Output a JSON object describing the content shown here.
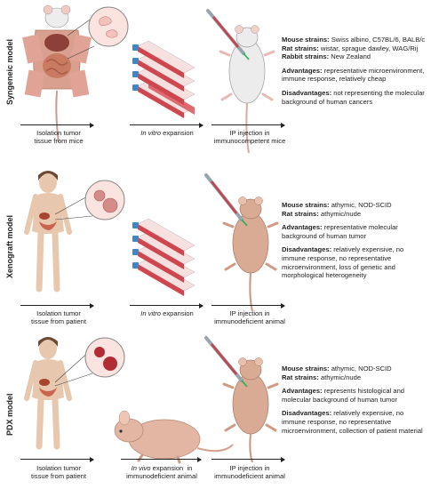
{
  "panels": [
    {
      "label": "Syngeneic  model",
      "steps": [
        {
          "prefix": "",
          "emph": "",
          "text": "Isolation tumor\ntissue from mice"
        },
        {
          "prefix": "",
          "emph": "In vitro",
          "text": " expansion"
        },
        {
          "prefix": "",
          "emph": "",
          "text": "IP injection in\nimmunocompetent mice"
        }
      ],
      "info": [
        {
          "k": "Mouse strains:",
          "v": " Swiss albino, C57BL/6, BALB/c"
        },
        {
          "k": "Rat strains:",
          "v": " wistar, sprague dawley, WAG/Rij"
        },
        {
          "k": "Rabbit strains:",
          "v": " New Zealand"
        },
        {
          "k": "Advantages:",
          "v": " representative microenvironment, immune response, relatively cheap"
        },
        {
          "k": "Disadvantages:",
          "v": " not representing the molecular background of human cancers"
        }
      ]
    },
    {
      "label": "Xenograft  model",
      "steps": [
        {
          "prefix": "",
          "emph": "",
          "text": "Isolation tumor\ntissue from patient"
        },
        {
          "prefix": "",
          "emph": "In vitro",
          "text": " expansion"
        },
        {
          "prefix": "",
          "emph": "",
          "text": "IP injection in\nimmunodeficient animal"
        }
      ],
      "info": [
        {
          "k": "Mouse strains:",
          "v": " athymic, NOD-SCID"
        },
        {
          "k": "Rat strains:",
          "v": " athymic/nude"
        },
        {
          "k": "Advantages:",
          "v": " representative molecular background of human tumor"
        },
        {
          "k": "Disadvantages:",
          "v": " relatively expensive, no immune response, no representative microenvironment, loss of genetic and morphological heterogeneity"
        }
      ]
    },
    {
      "label": "PDX  model",
      "steps": [
        {
          "prefix": "",
          "emph": "",
          "text": "Isolation tumor\ntissue from patient"
        },
        {
          "prefix": "",
          "emph": "In vivo",
          "text": " expansion  in\nimmunodeficient animal"
        },
        {
          "prefix": "",
          "emph": "",
          "text": "IP injection in\nimmunodeficient animal"
        }
      ],
      "info": [
        {
          "k": "Mouse strains:",
          "v": " athymic, NOD-SCID"
        },
        {
          "k": "Rat strains:",
          "v": " athymic/nude"
        },
        {
          "k": "Advantages:",
          "v": " represents histological and molecular background of human tumor"
        },
        {
          "k": "Disadvantages:",
          "v": " relatively expensive, no immune response, no representative microenvironment, collection of patient material"
        }
      ]
    }
  ],
  "colors": {
    "skin": "#e7c7ad",
    "mouse_white": "#ececec",
    "nude_mouse": "#d9aa94",
    "tumor": "#c0454f",
    "flask_cap": "#3f86c7",
    "flask_media": "#d9545a",
    "hair": "#6b4a33",
    "needle_green": "#1fb35c"
  }
}
